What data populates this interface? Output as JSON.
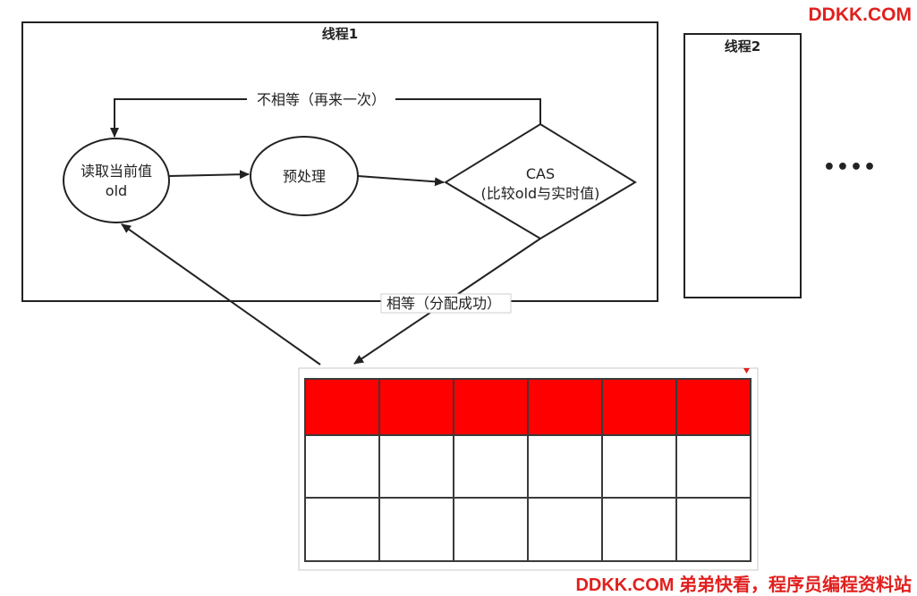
{
  "watermark_top": "DDKK.COM",
  "watermark_bottom": "DDKK.COM 弟弟快看，程序员编程资料站",
  "thread1": {
    "title": "线程1"
  },
  "thread2": {
    "title": "线程2"
  },
  "ellipsis": "••••",
  "nodes": {
    "read": {
      "line1": "读取当前值",
      "line2": "old"
    },
    "preprocess": {
      "label": "预处理"
    },
    "cas": {
      "line1": "CAS",
      "line2": "(比较old与实时值)"
    }
  },
  "edges": {
    "not_equal": "不相等（再来一次）",
    "equal": "相等（分配成功）"
  },
  "memory_grid": {
    "rows": 3,
    "cols": 6,
    "highlight_row": 0,
    "highlight_color": "#ff0000"
  },
  "colors": {
    "watermark": "#e0201e",
    "stroke": "#222222",
    "highlight": "#ff0000"
  }
}
